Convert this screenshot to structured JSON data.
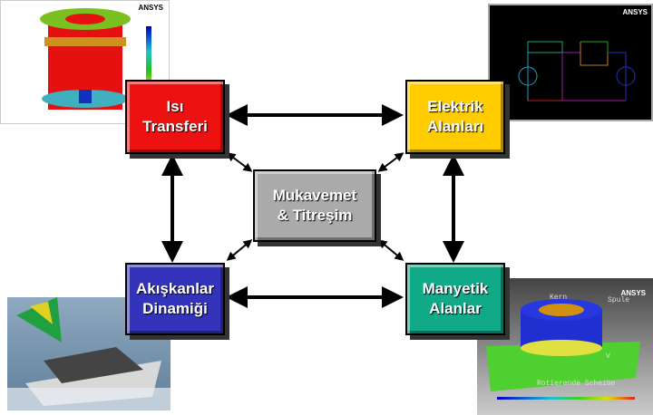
{
  "nodes": {
    "heat": "Isı\nTransferi",
    "electric": "Elektrik\nAlanları",
    "structural": "Mukavemet\n& Titreşim",
    "fluid": "Akışkanlar\nDinamiği",
    "magnetic": "Manyetik\nAlanlar"
  },
  "colors": {
    "heat": "#ee1111",
    "electric": "#ffcc00",
    "structural": "#aaaaaa",
    "fluid": "#3333bb",
    "magnetic": "#11aa88"
  },
  "images": {
    "logo": "ANSYS",
    "magnetic_labels": {
      "kern": "Kern",
      "spule": "Spule",
      "v": "V",
      "disk": "Rotierende Scheibe"
    }
  }
}
